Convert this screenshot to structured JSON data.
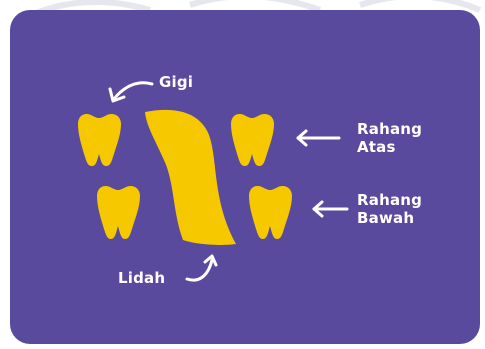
{
  "colors": {
    "background": "#5a4a9e",
    "tooth": "#f5c800",
    "tongue": "#f5c800",
    "text": "#ffffff",
    "outer_background": "#ffffff"
  },
  "labels": {
    "gigi": "Gigi",
    "rahang_atas_line1": "Rahang",
    "rahang_atas_line2": "Atas",
    "rahang_bawah_line1": "Rahang",
    "rahang_bawah_line2": "Bawah",
    "lidah": "Lidah"
  }
}
